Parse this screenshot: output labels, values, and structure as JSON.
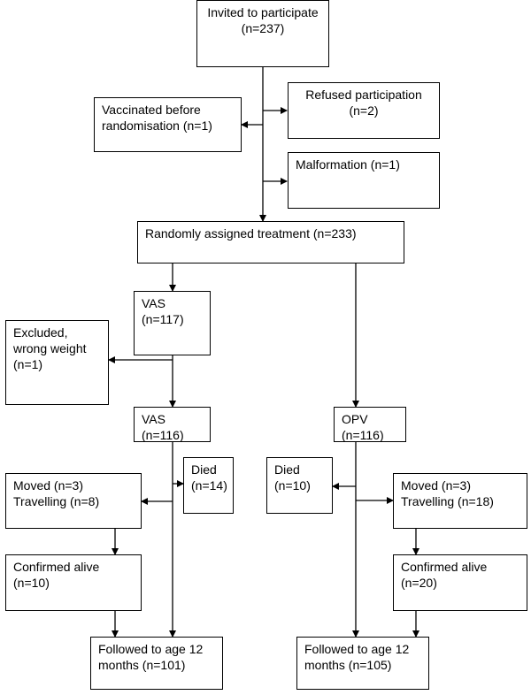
{
  "boxes": {
    "invited": {
      "line1": "Invited to participate",
      "line2": "(n=237)"
    },
    "refused": {
      "line1": "Refused participation",
      "line2": "(n=2)"
    },
    "vaccinated": {
      "line1": "Vaccinated before",
      "line2": "randomisation (n=1)"
    },
    "malformation": {
      "line1": "Malformation (n=1)"
    },
    "randomised": {
      "line1": "Randomly assigned treatment (n=233)"
    },
    "vas1": {
      "line1": "VAS",
      "line2": "(n=117)"
    },
    "excluded": {
      "line1": "Excluded,",
      "line2": "wrong weight",
      "line3": "(n=1)"
    },
    "vas2": {
      "line1": "VAS",
      "line2": "(n=116)"
    },
    "opv": {
      "line1": "OPV",
      "line2": "(n=116)"
    },
    "died_vas": {
      "line1": "Died",
      "line2": "(n=14)"
    },
    "died_opv": {
      "line1": "Died",
      "line2": "(n=10)"
    },
    "moved_vas": {
      "line1": "Moved (n=3)",
      "line2": "Travelling (n=8)"
    },
    "moved_opv": {
      "line1": "Moved (n=3)",
      "line2": "Travelling (n=18)"
    },
    "alive_vas": {
      "line1": "Confirmed alive",
      "line2": "(n=10)"
    },
    "alive_opv": {
      "line1": "Confirmed alive",
      "line2": "(n=20)"
    },
    "followed_vas": {
      "line1": "Followed to age 12",
      "line2": "months (n=101)"
    },
    "followed_opv": {
      "line1": "Followed to age 12",
      "line2": "months (n=105)"
    }
  }
}
